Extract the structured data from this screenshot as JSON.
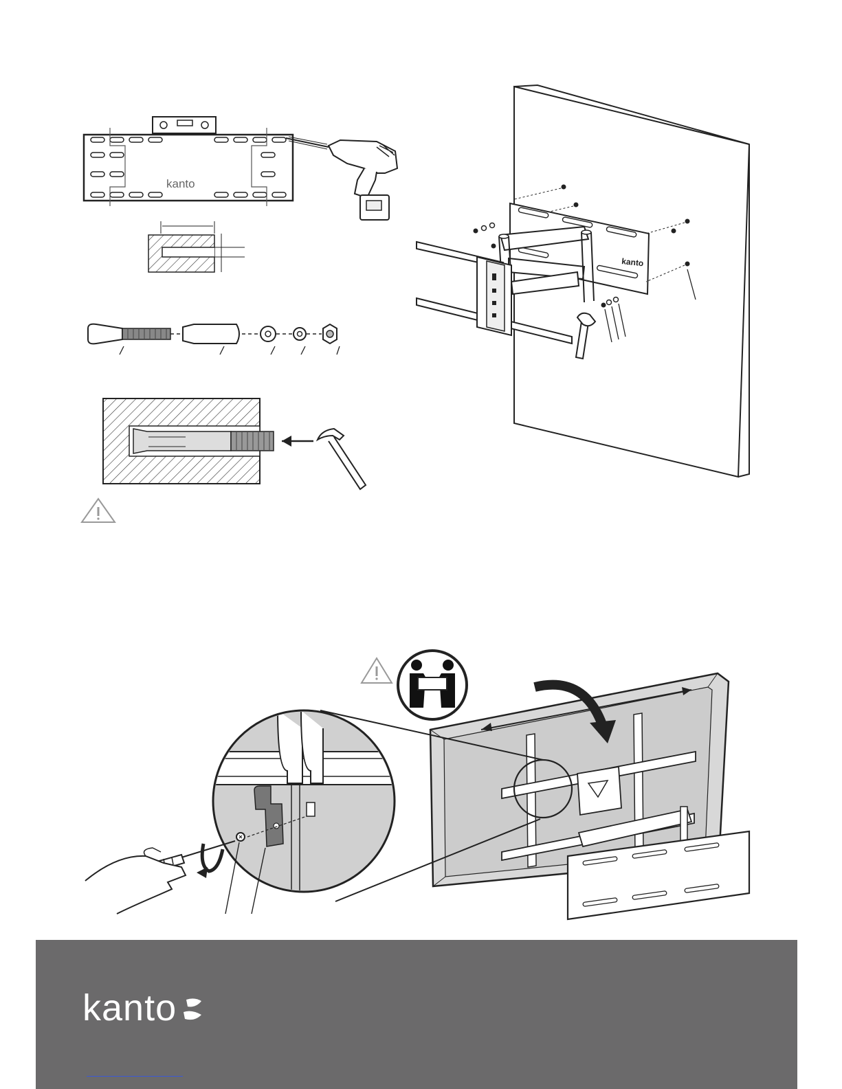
{
  "brand": {
    "name": "kanto",
    "colors": {
      "footer_bg": "#6b6a6b",
      "line": "#222222",
      "tv_fill": "#d8d8d8"
    }
  },
  "diagram_labels": {
    "wall_plate_logo": "kanto",
    "arm_logo": "kanto"
  },
  "icons": [
    "warning-icon",
    "two-person-lift-icon",
    "drill-icon",
    "level-icon",
    "hammer-icon",
    "screwdriver-icon",
    "rotate-arrow-icon"
  ],
  "footer": {
    "logo_text": "kanto"
  }
}
